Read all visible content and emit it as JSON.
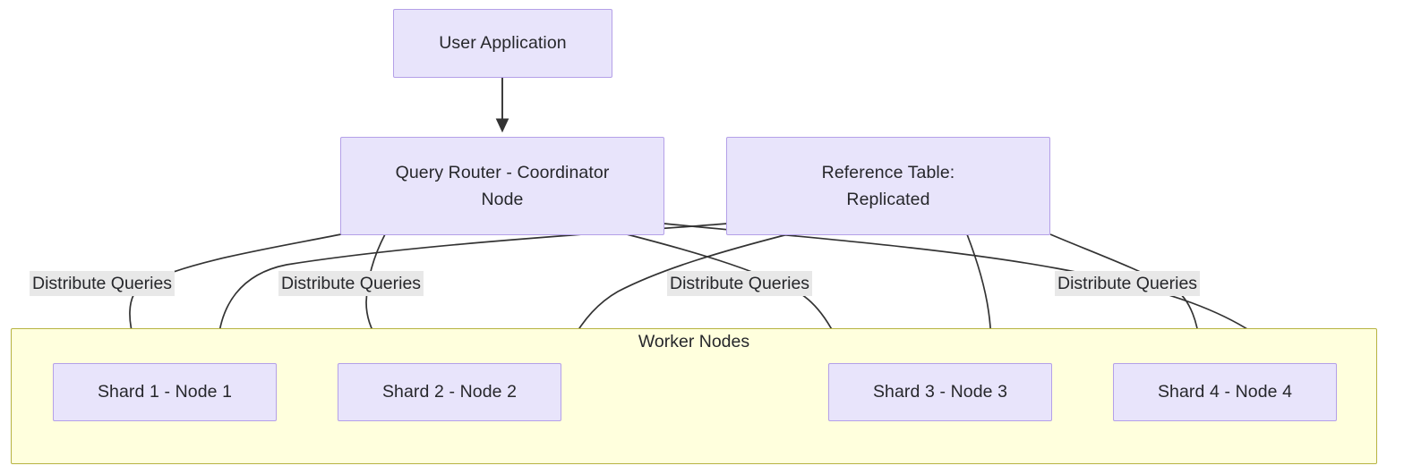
{
  "diagram": {
    "type": "flowchart",
    "title": "",
    "nodes": [
      {
        "id": "user-application",
        "label": "User Application"
      },
      {
        "id": "query-router",
        "label": "Query Router - Coordinator\nNode"
      },
      {
        "id": "reference-table",
        "label": "Reference Table:\nReplicated"
      },
      {
        "id": "shard-1",
        "label": "Shard 1 - Node 1"
      },
      {
        "id": "shard-2",
        "label": "Shard 2 - Node 2"
      },
      {
        "id": "shard-3",
        "label": "Shard 3 - Node 3"
      },
      {
        "id": "shard-4",
        "label": "Shard 4 - Node 4"
      }
    ],
    "subgraph": {
      "id": "worker-nodes",
      "title": "Worker Nodes"
    },
    "edge_labels": [
      {
        "id": "edge-label-1",
        "text": "Distribute Queries"
      },
      {
        "id": "edge-label-2",
        "text": "Distribute Queries"
      },
      {
        "id": "edge-label-3",
        "text": "Distribute Queries"
      },
      {
        "id": "edge-label-4",
        "text": "Distribute Queries"
      }
    ],
    "colors": {
      "node_fill": "#e8e4fb",
      "node_stroke": "#b4a0e8",
      "subgraph_fill": "#ffffdd",
      "subgraph_stroke": "#b7b342",
      "edge_stroke": "#333333",
      "label_background": "#e8e8e8",
      "text": "#26272b",
      "page_background": "#ffffff"
    }
  }
}
